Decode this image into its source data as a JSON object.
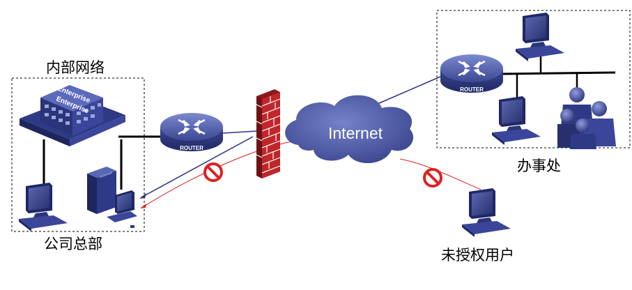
{
  "labels": {
    "internal_network": "内部网络",
    "headquarters": "公司总部",
    "office": "办事处",
    "unauthorized_user": "未授权用户",
    "internet": "Internet",
    "router_text": "ROUTER",
    "building_line1": "Enterprise",
    "building_line2": "Enterprise"
  },
  "icons": [
    "router-icon",
    "firewall-icon",
    "internet-cloud",
    "server-tower-icon",
    "workstation-icon",
    "building-icon",
    "users-group-icon",
    "blocked-icon"
  ],
  "colors": {
    "device_blue": "#2e3a85",
    "device_light": "#6f7fc4",
    "cloud": "#4e5aa0",
    "firewall_red": "#c0262a",
    "vpn_line": "#2a2f8a",
    "denied_line": "#e02020"
  }
}
